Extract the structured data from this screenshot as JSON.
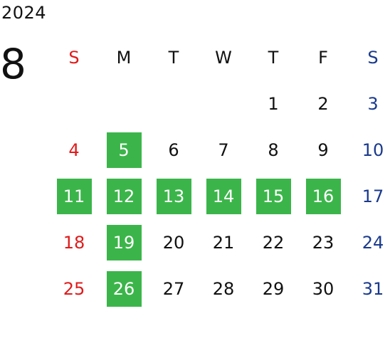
{
  "calendar": {
    "year": "2024",
    "month": "8",
    "weekdays": [
      "S",
      "M",
      "T",
      "W",
      "T",
      "F",
      "S"
    ],
    "weeks": [
      [
        "",
        "",
        "",
        "",
        "1",
        "2",
        "3"
      ],
      [
        "4",
        "5",
        "6",
        "7",
        "8",
        "9",
        "10"
      ],
      [
        "11",
        "12",
        "13",
        "14",
        "15",
        "16",
        "17"
      ],
      [
        "18",
        "19",
        "20",
        "21",
        "22",
        "23",
        "24"
      ],
      [
        "25",
        "26",
        "27",
        "28",
        "29",
        "30",
        "31"
      ]
    ],
    "highlighted_days": [
      "5",
      "11",
      "12",
      "13",
      "14",
      "15",
      "16",
      "19",
      "26"
    ],
    "colors": {
      "sunday": "#e01b1b",
      "saturday": "#1a3a8c",
      "highlight": "#3bb54a",
      "default": "#111111"
    }
  }
}
